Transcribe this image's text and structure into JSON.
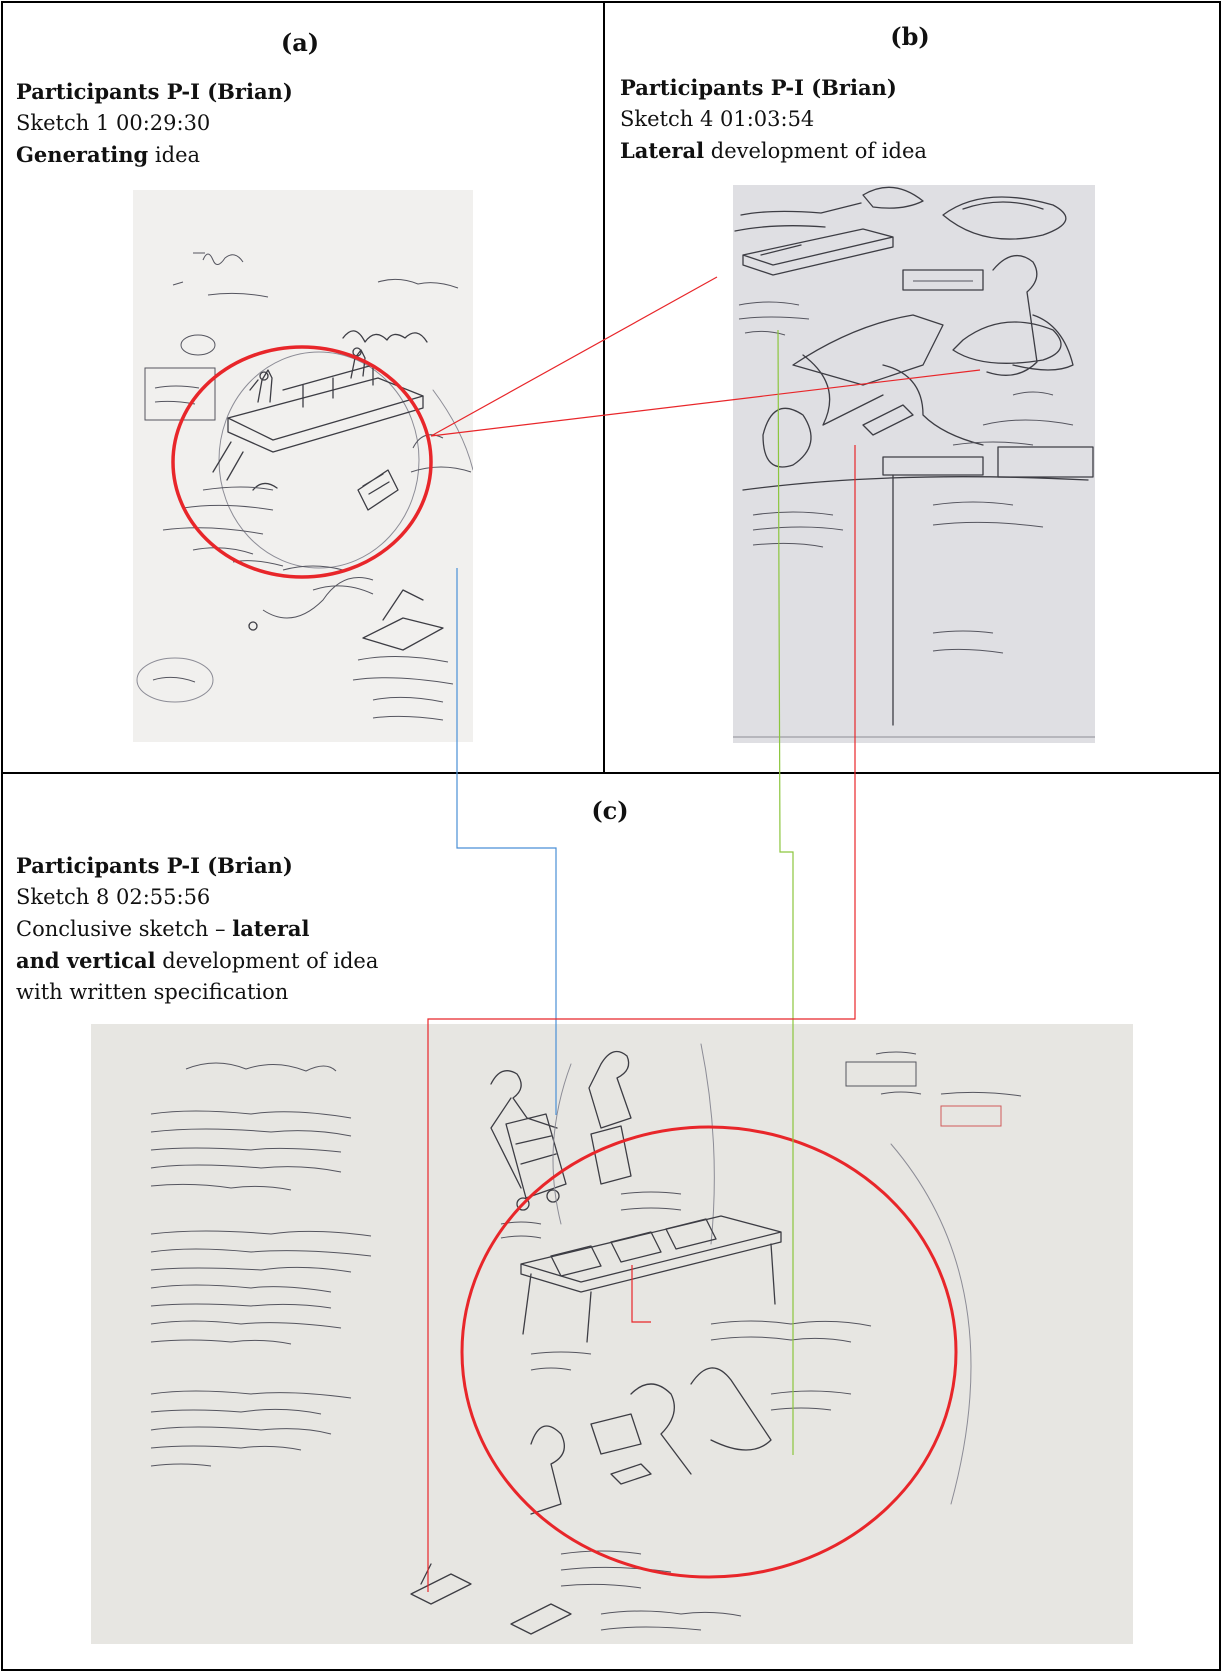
{
  "panels": {
    "a": {
      "label": "(a)",
      "participant": "Participants P-I (Brian)",
      "sketch_line": "Sketch 1 00:29:30",
      "stage_bold": "Generating",
      "stage_rest": " idea"
    },
    "b": {
      "label": "(b)",
      "participant": "Participants P-I (Brian)",
      "sketch_line": "Sketch 4 01:03:54",
      "stage_bold": "Lateral",
      "stage_rest": " development of idea"
    },
    "c": {
      "label": "(c)",
      "participant": "Participants P-I (Brian)",
      "sketch_line": "Sketch 8 02:55:56",
      "line3_pre": "Conclusive sketch – ",
      "line3_bold": "lateral",
      "line4_bold": "and vertical",
      "line4_rest": " development of idea",
      "line5": "with written specification"
    }
  },
  "colors": {
    "highlight_ellipse": "#e8262a",
    "link_red": "#e8262a",
    "link_blue": "#4a8fd6",
    "link_green": "#8cc63e",
    "frame": "#000000",
    "photo_background": "#ecebe7"
  }
}
